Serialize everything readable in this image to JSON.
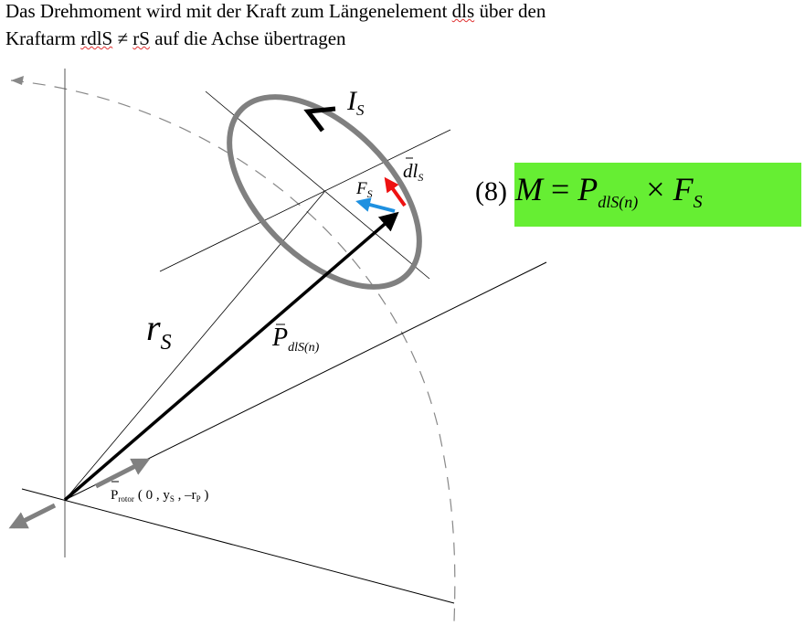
{
  "caption": {
    "line1": "Das Drehmoment wird mit der Kraft zum Längenelement ",
    "line1_ul": "dls",
    "line1_end": " über den",
    "line2": "Kraftarm ",
    "line2_ul1": "rdlS",
    "line2_mid": " ≠ ",
    "line2_ul2": "rS",
    "line2_end": " auf die Achse übertragen"
  },
  "labels": {
    "current": "I",
    "current_sub": "S",
    "dl": "dl",
    "dl_sub": "S",
    "force": "F",
    "force_sub": "S",
    "radius": "r",
    "radius_sub": "S",
    "p": "P",
    "p_sub": "dlS(n)",
    "rotor": "P",
    "rotor_sub": "rotor",
    "rotor_coords": "( 0 , y",
    "rotor_ys": "S",
    "rotor_coords2": " , –r",
    "rotor_rp": "P",
    "rotor_end": " )"
  },
  "equation": {
    "number": "(8)",
    "lhs": "M",
    "eq": " = ",
    "p": "P",
    "p_sub": "dlS(n)",
    "times": " × ",
    "f": "F",
    "f_sub": "S",
    "highlight": "#66ee33"
  },
  "colors": {
    "dl_arrow": "#ee1111",
    "force_arrow": "#1e90e0",
    "loop": "#808080"
  }
}
